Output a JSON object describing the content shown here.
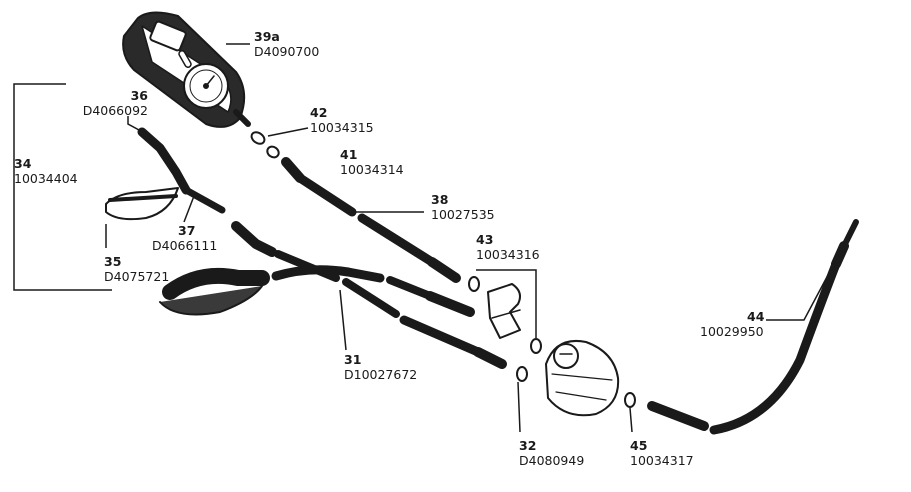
{
  "callouts": [
    {
      "id": "39a",
      "number": "39a",
      "part": "D4090700"
    },
    {
      "id": "36",
      "number": "36",
      "part": "D4066092"
    },
    {
      "id": "34",
      "number": "34",
      "part": "10034404"
    },
    {
      "id": "42",
      "number": "42",
      "part": "10034315"
    },
    {
      "id": "41",
      "number": "41",
      "part": "10034314"
    },
    {
      "id": "38",
      "number": "38",
      "part": "10027535"
    },
    {
      "id": "43",
      "number": "43",
      "part": "10034316"
    },
    {
      "id": "37",
      "number": "37",
      "part": "D4066111"
    },
    {
      "id": "35",
      "number": "35",
      "part": "D4075721"
    },
    {
      "id": "44",
      "number": "44",
      "part": "10029950"
    },
    {
      "id": "31",
      "number": "31",
      "part": "D10027672"
    },
    {
      "id": "32",
      "number": "32",
      "part": "D4080949"
    },
    {
      "id": "45",
      "number": "45",
      "part": "10034317"
    }
  ],
  "colors": {
    "ink": "#1a1a1a",
    "paper": "#ffffff",
    "shade": "#6b6b6b"
  }
}
